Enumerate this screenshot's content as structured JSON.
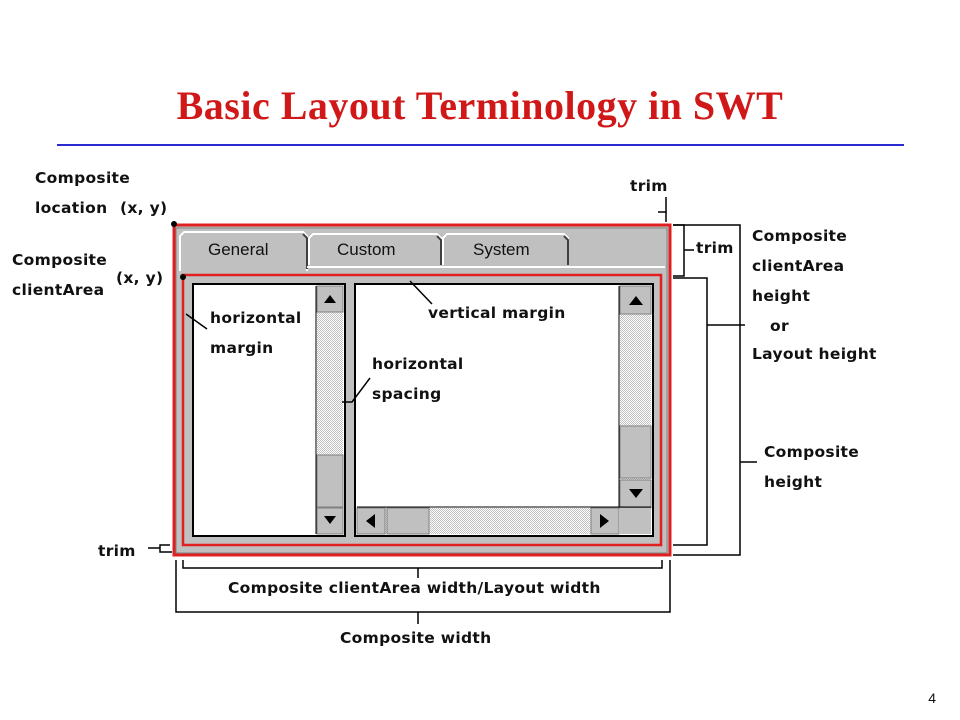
{
  "title": "Basic Layout Terminology in SWT",
  "tabs": [
    "General",
    "Custom",
    "System"
  ],
  "labels": {
    "composite_location_1": "Composite",
    "composite_location_2": "location",
    "composite_location_xy": "(x, y)",
    "composite_clientarea_1": "Composite",
    "composite_clientarea_2": "clientArea",
    "composite_clientarea_xy": "(x, y)",
    "trim_top": "trim",
    "trim_right": "trim",
    "trim_left": "trim",
    "clientarea_height_1": "Composite",
    "clientarea_height_2": "clientArea",
    "clientarea_height_3": "height",
    "clientarea_height_or": "or",
    "clientarea_height_4": "Layout height",
    "composite_height_1": "Composite",
    "composite_height_2": "height",
    "horizontal_margin_1": "horizontal",
    "horizontal_margin_2": "margin",
    "vertical_margin": "vertical margin",
    "horizontal_spacing_1": "horizontal",
    "horizontal_spacing_2": "spacing",
    "clientarea_width": "Composite clientArea width/Layout width",
    "composite_width": "Composite width"
  },
  "page_number": "4",
  "colors": {
    "title": "#d01818",
    "rule": "#2a2ad0",
    "highlight": "#e02020",
    "window_gray": "#c0c0c0"
  }
}
